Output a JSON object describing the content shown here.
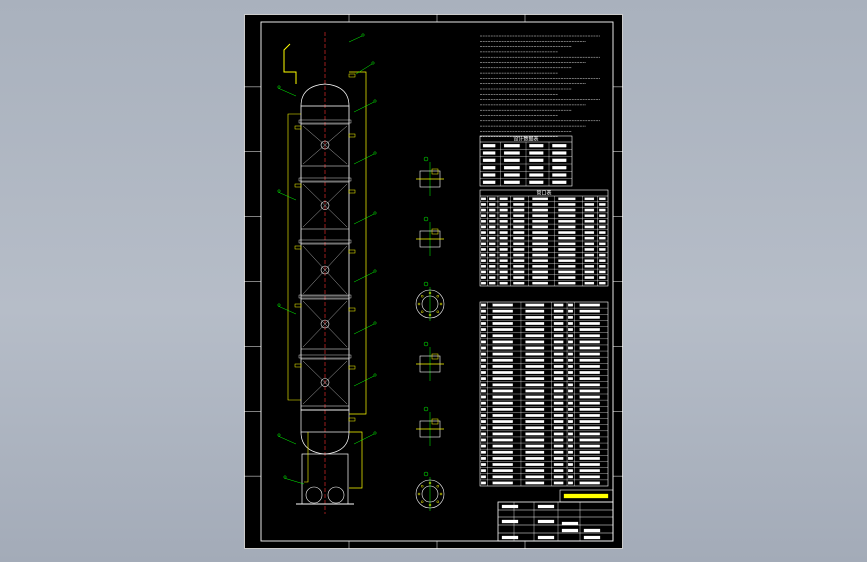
{
  "viewer": {
    "background_color": "#aab2be"
  },
  "drawing": {
    "border_color": "#ffffff",
    "vessel_color": "#ffffff",
    "centerline_color": "#ff3030",
    "nozzle_color": "#ffff00",
    "leader_color": "#00ff00",
    "tables": [
      {
        "name": "design-data-table",
        "title": "设计数据表",
        "rows": 6
      },
      {
        "name": "nozzle-table",
        "title": "管口表",
        "rows": 16
      },
      {
        "name": "parts-list-table",
        "title": "",
        "rows": 30
      }
    ],
    "detail_views": 6,
    "title_block": {
      "label": "标题栏",
      "drawing_name": "",
      "company": ""
    }
  }
}
